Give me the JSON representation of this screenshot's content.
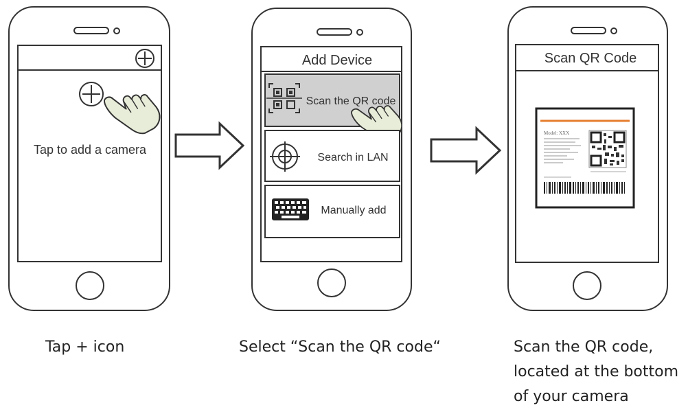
{
  "phone1": {
    "prompt": "Tap  to add a camera"
  },
  "phone2": {
    "header": "Add Device",
    "options": [
      {
        "label": "Scan the QR code",
        "icon": "qr-code-icon"
      },
      {
        "label": "Search in LAN",
        "icon": "crosshair-icon"
      },
      {
        "label": "Manually add",
        "icon": "keyboard-icon"
      }
    ]
  },
  "phone3": {
    "header": "Scan QR Code",
    "label_title": "Model: XXX"
  },
  "captions": {
    "step1": "Tap + icon",
    "step2": "Select “Scan the QR code“",
    "step3_lines": [
      "Scan the QR code,",
      "located at the bottom",
      "of your camera"
    ]
  },
  "colors": {
    "outline": "#333333",
    "highlight": "#d0d0d0",
    "hand": "#e8edd9",
    "accent_line": "#e67e2e"
  },
  "icons": [
    "plus-icon",
    "hand-pointer-icon",
    "arrow-right-icon",
    "home-button-icon",
    "qr-code-icon",
    "crosshair-icon",
    "keyboard-icon"
  ]
}
